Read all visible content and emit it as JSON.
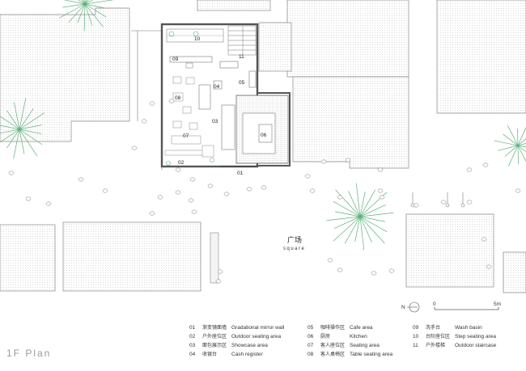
{
  "title": "1F Plan",
  "square": {
    "zh": "广场",
    "en": "square"
  },
  "rooms": [
    "10",
    "11",
    "09",
    "04",
    "05",
    "08",
    "03",
    "07",
    "06",
    "02",
    "01"
  ],
  "legend": [
    {
      "num": "01",
      "zh": "渐变镜面墙",
      "en": "Gradational mirror wall"
    },
    {
      "num": "02",
      "zh": "户外座位区",
      "en": "Outdoor seating area"
    },
    {
      "num": "03",
      "zh": "面包展示区",
      "en": "Showcase area"
    },
    {
      "num": "04",
      "zh": "收银台",
      "en": "Cash register"
    },
    {
      "num": "05",
      "zh": "咖啡操作区",
      "en": "Cafe area"
    },
    {
      "num": "06",
      "zh": "厨房",
      "en": "Kitchen"
    },
    {
      "num": "07",
      "zh": "客人座位区",
      "en": "Seating area"
    },
    {
      "num": "08",
      "zh": "客人桌椅区",
      "en": "Table seating area"
    },
    {
      "num": "09",
      "zh": "洗手台",
      "en": "Wash basin"
    },
    {
      "num": "10",
      "zh": "台阶座位区",
      "en": "Step seating area"
    },
    {
      "num": "11",
      "zh": "户外楼梯",
      "en": "Outdoor staircase"
    }
  ],
  "north": "N",
  "scale": {
    "start": "0",
    "end": "5m"
  },
  "colors": {
    "tree": "#5fb07a",
    "hatch": "#c8c8c8",
    "wall": "#555555"
  }
}
